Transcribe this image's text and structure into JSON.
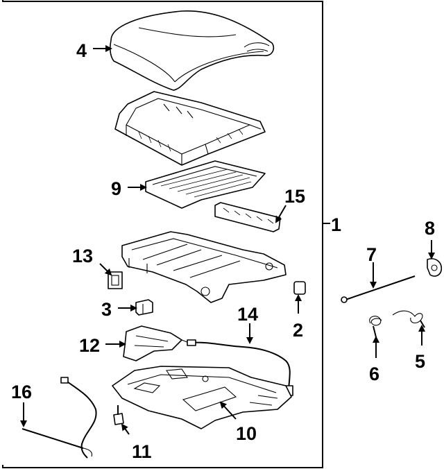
{
  "colors": {
    "ink": "#000000",
    "paper": "#ffffff"
  },
  "callouts": [
    {
      "id": "1",
      "text": "1"
    },
    {
      "id": "2",
      "text": "2"
    },
    {
      "id": "3",
      "text": "3"
    },
    {
      "id": "4",
      "text": "4"
    },
    {
      "id": "5",
      "text": "5"
    },
    {
      "id": "6",
      "text": "6"
    },
    {
      "id": "7",
      "text": "7"
    },
    {
      "id": "8",
      "text": "8"
    },
    {
      "id": "9",
      "text": "9"
    },
    {
      "id": "10",
      "text": "10"
    },
    {
      "id": "11",
      "text": "11"
    },
    {
      "id": "12",
      "text": "12"
    },
    {
      "id": "13",
      "text": "13"
    },
    {
      "id": "14",
      "text": "14"
    },
    {
      "id": "15",
      "text": "15"
    },
    {
      "id": "16",
      "text": "16"
    }
  ]
}
